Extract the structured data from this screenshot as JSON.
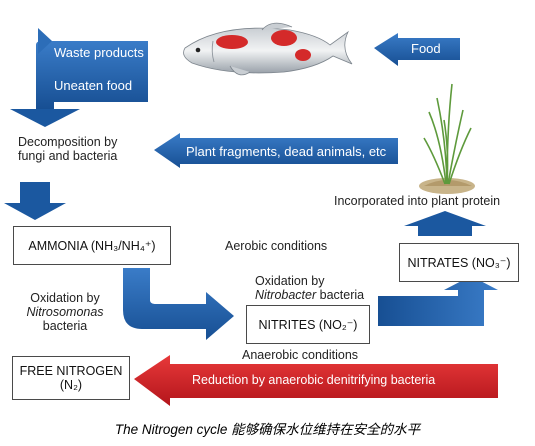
{
  "labels": {
    "waste_products": "Waste products",
    "uneaten_food": "Uneaten food",
    "food": "Food",
    "decomposition_line1": "Decomposition by",
    "decomposition_line2": "fungi and bacteria",
    "plant_fragments": "Plant fragments, dead animals, etc",
    "incorporated": "Incorporated into plant protein",
    "aerobic": "Aerobic conditions",
    "oxidation_nitrobacter_line1": "Oxidation by",
    "oxidation_nitrobacter_genus": "Nitrobacter",
    "oxidation_nitrobacter_suffix": " bacteria",
    "oxidation_nitrosomonas_line1": "Oxidation by",
    "oxidation_nitrosomonas_genus": "Nitrosomonas",
    "oxidation_nitrosomonas_line3": "bacteria",
    "anaerobic": "Anaerobic conditions",
    "reduction": "Reduction by anaerobic denitrifying bacteria"
  },
  "boxes": {
    "ammonia": "AMMONIA (NH₃/NH₄⁺)",
    "nitrites": "NITRITES (NO₂⁻)",
    "nitrates": "NITRATES (NO₃⁻)",
    "free_nitrogen_line1": "FREE NITROGEN",
    "free_nitrogen_line2": "(N₂)"
  },
  "caption": "The Nitrogen cycle 能够确保水位维持在安全的水平",
  "colors": {
    "blue_arrow": "#1f5fa8",
    "red_arrow": "#d81e24",
    "fish_red": "#d42a2a",
    "grass_green": "#5e9a3c"
  }
}
